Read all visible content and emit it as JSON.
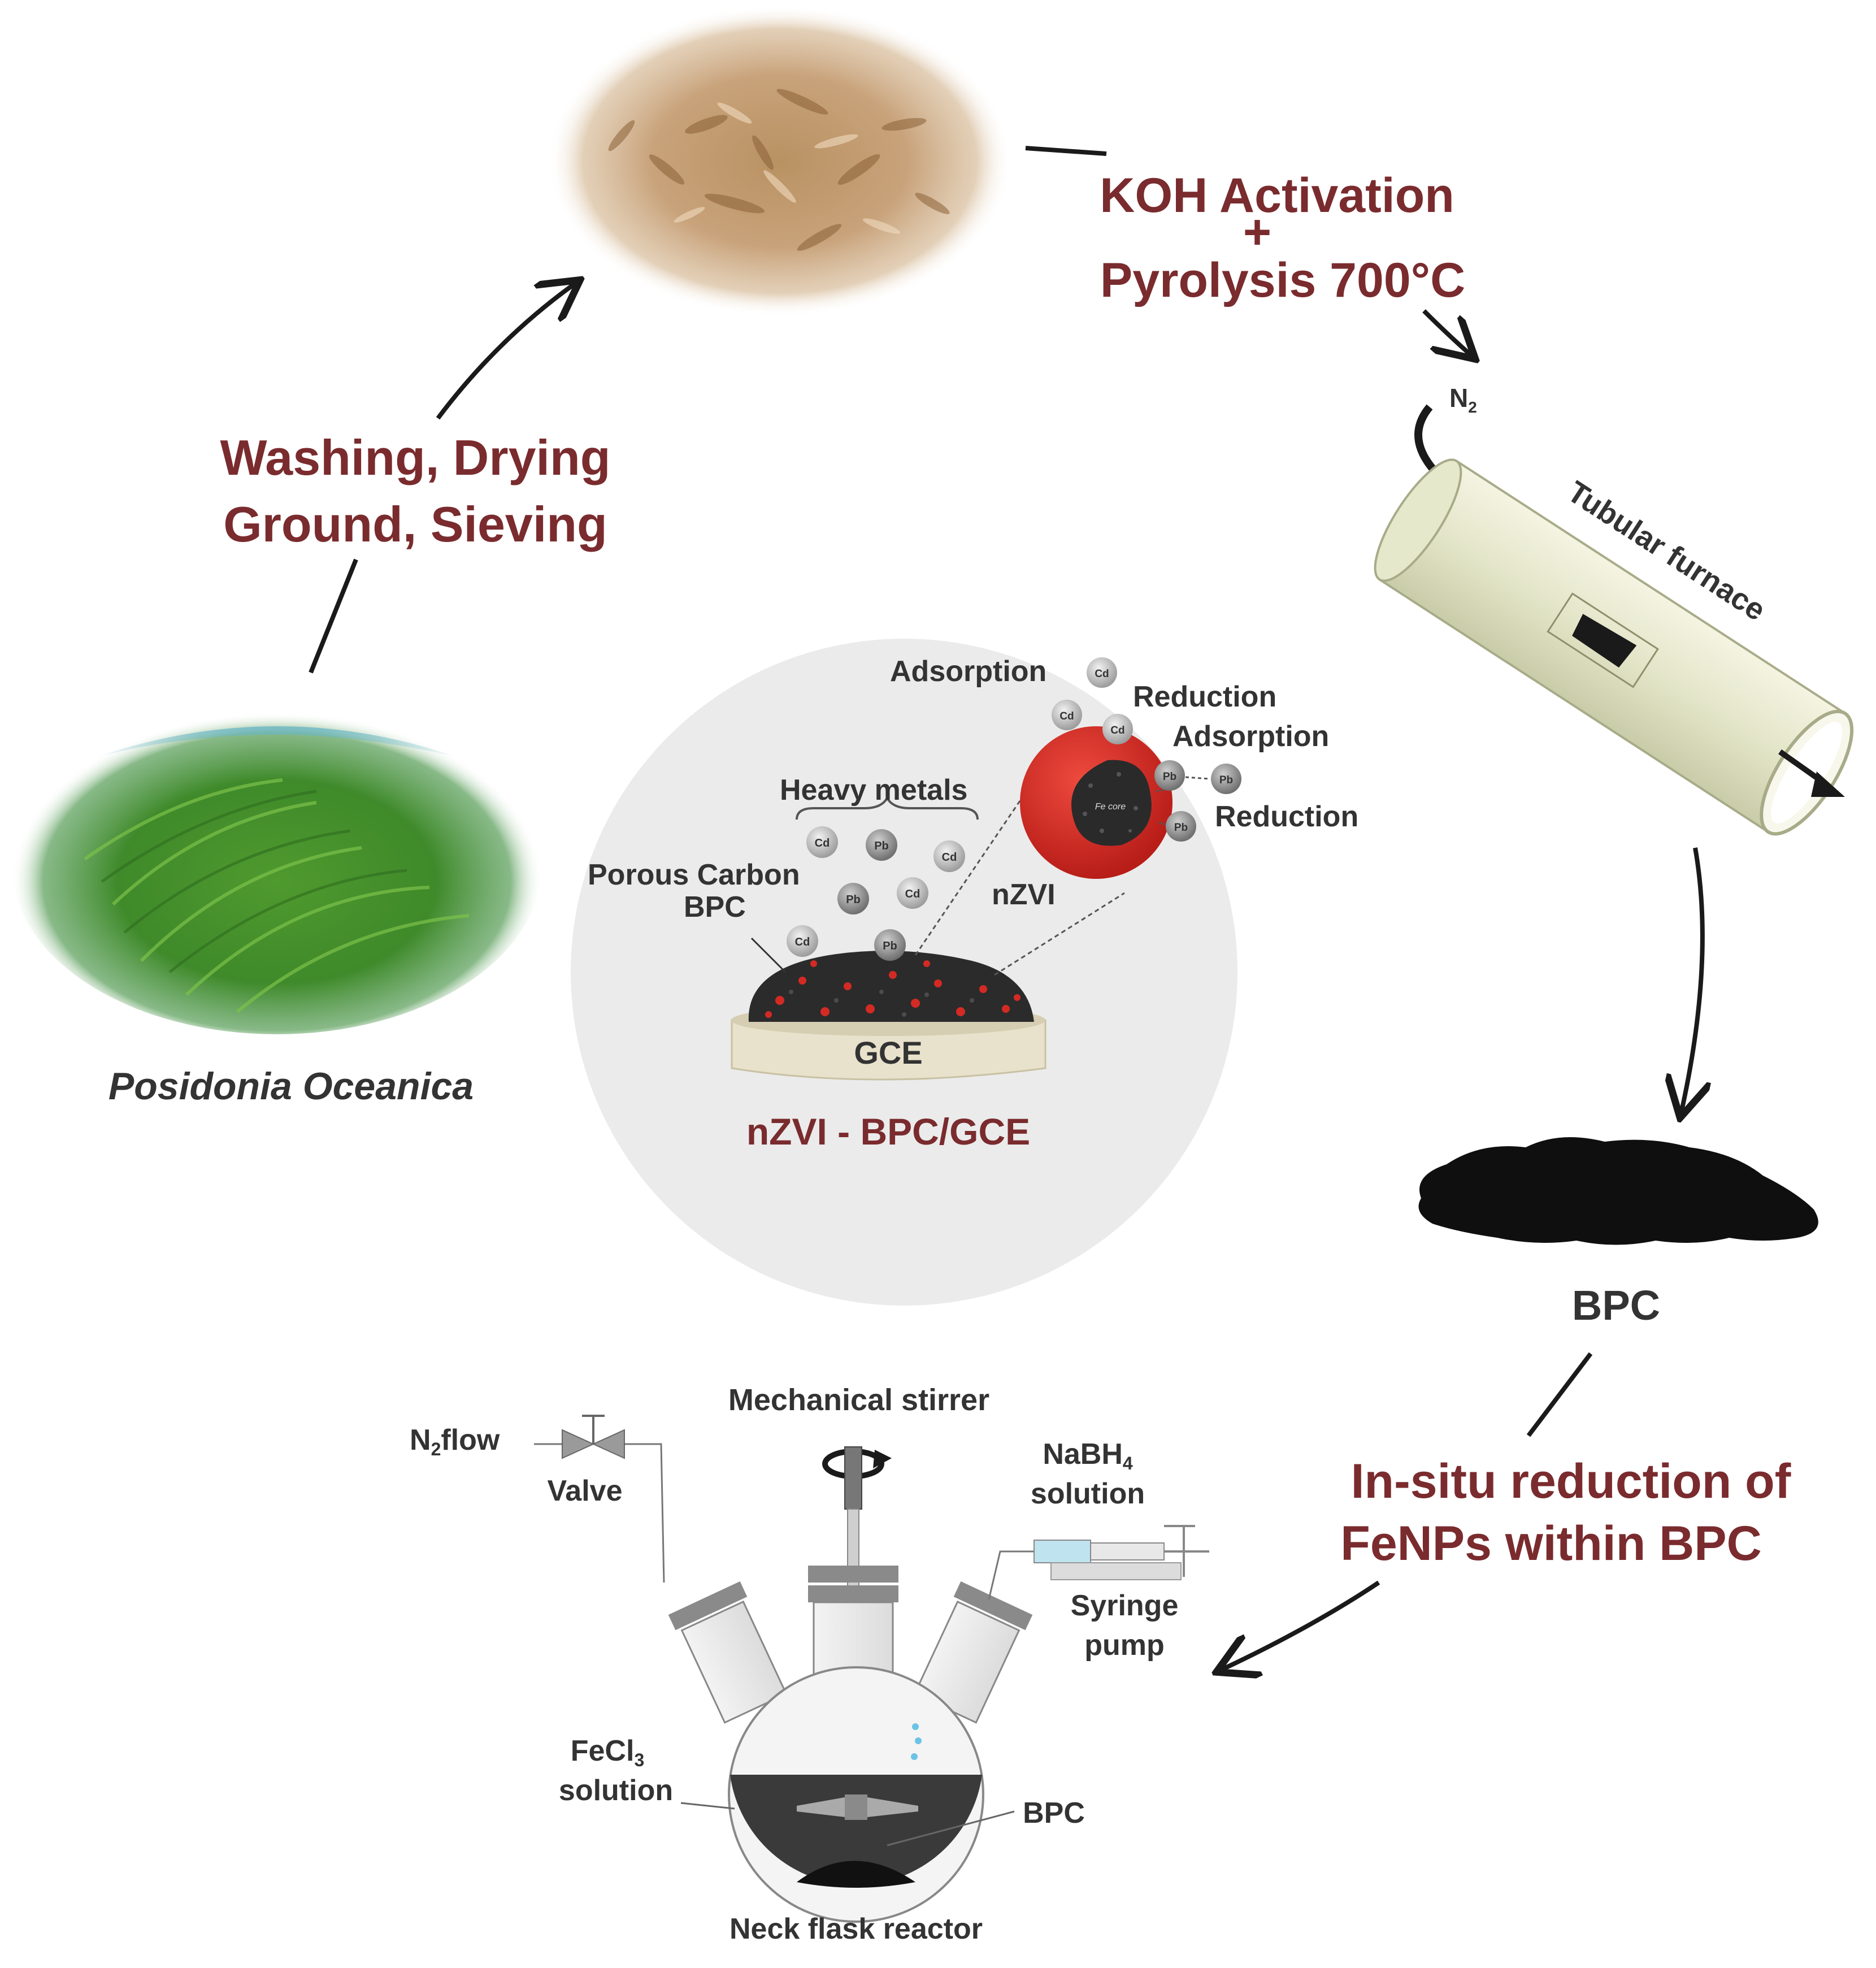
{
  "steps": {
    "washing_line1": "Washing, Drying",
    "washing_line2": "Ground, Sieving",
    "koh_line1": "KOH  Activation",
    "koh_plus": "+",
    "koh_line2": "Pyrolysis 700°C",
    "insitu_line1": "In-situ reduction of",
    "insitu_line2": "FeNPs within BPC"
  },
  "labels": {
    "posidonia": "Posidonia Oceanica",
    "n2_main": "N",
    "n2_sub": "2",
    "tubular_furnace": "Tubular furnace",
    "bpc": "BPC",
    "electrode_title": "nZVI - BPC/GCE"
  },
  "center": {
    "adsorption_top": "Adsorption",
    "reduction_top": "Reduction",
    "adsorption_right": "Adsorption",
    "reduction_right": "Reduction",
    "heavy_metals": "Heavy metals",
    "porous_carbon_line1": "Porous Carbon",
    "porous_carbon_line2": "BPC",
    "nzvi": "nZVI",
    "gce": "GCE",
    "fe_core": "Fe core",
    "ion_cd": "Cd",
    "ion_pb": "Pb"
  },
  "reactor": {
    "mechanical_stirrer": "Mechanical stirrer",
    "n2_flow_main": "N",
    "n2_flow_sub": "2",
    "n2_flow_rest": "flow",
    "valve": "Valve",
    "nabh4_main": "NaBH",
    "nabh4_sub": "4",
    "nabh4_line2": "solution",
    "syringe_line1": "Syringe",
    "syringe_line2": "pump",
    "fecl3_main": "FeCl",
    "fecl3_sub": "3",
    "fecl3_line2": "solution",
    "bpc": "BPC",
    "neck_flask": "Neck flask reactor"
  },
  "colors": {
    "step_text": "#7a2b2e",
    "label_text": "#333333",
    "nzvi_red": "#d42a24",
    "center_disc": "#ebebeb"
  }
}
